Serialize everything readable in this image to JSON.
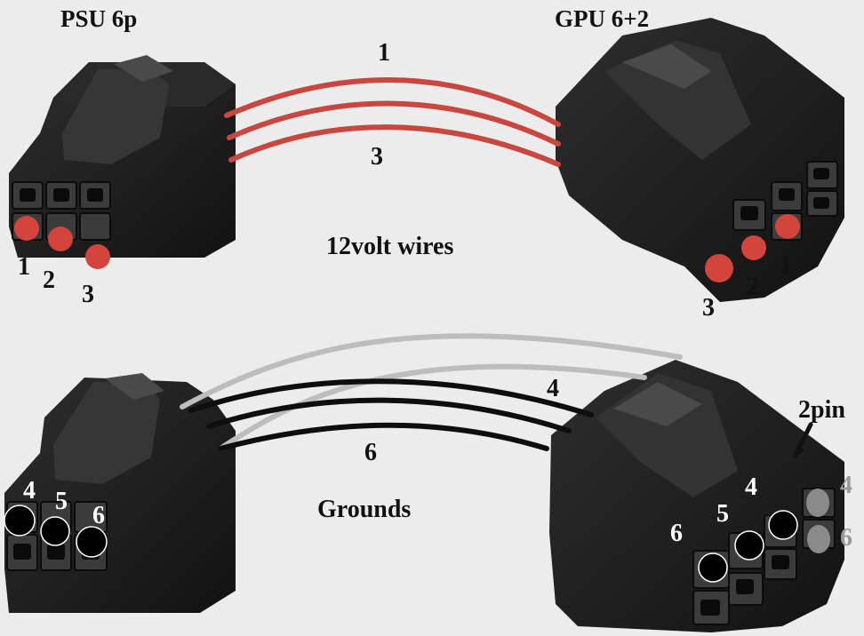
{
  "titles": {
    "psu": "PSU 6p",
    "gpu": "GPU 6+2"
  },
  "captions": {
    "power": "12volt wires",
    "ground": "Grounds",
    "two_pin": "2pin"
  },
  "wire_labels": {
    "top_first": "1",
    "top_third": "3",
    "bottom_fourth": "4",
    "bottom_sixth": "6"
  },
  "psu_top_pins": [
    "1",
    "2",
    "3"
  ],
  "gpu_top_pins": [
    "1",
    "2",
    "3"
  ],
  "psu_bottom_pins": [
    "4",
    "5",
    "6"
  ],
  "gpu_bottom_pins": [
    "4",
    "5",
    "6"
  ],
  "gpu_two_pin": [
    "4",
    "6"
  ],
  "colors": {
    "background": "#ececec",
    "connector": "#1c1c1c",
    "power_wire": "#c8473e",
    "ground_wire": "#0e0e0e",
    "sense_wire": "#bdbdbd",
    "power_dot": "#d2443c",
    "ground_dot": "#000000",
    "sense_dot": "#8a8a8a"
  }
}
